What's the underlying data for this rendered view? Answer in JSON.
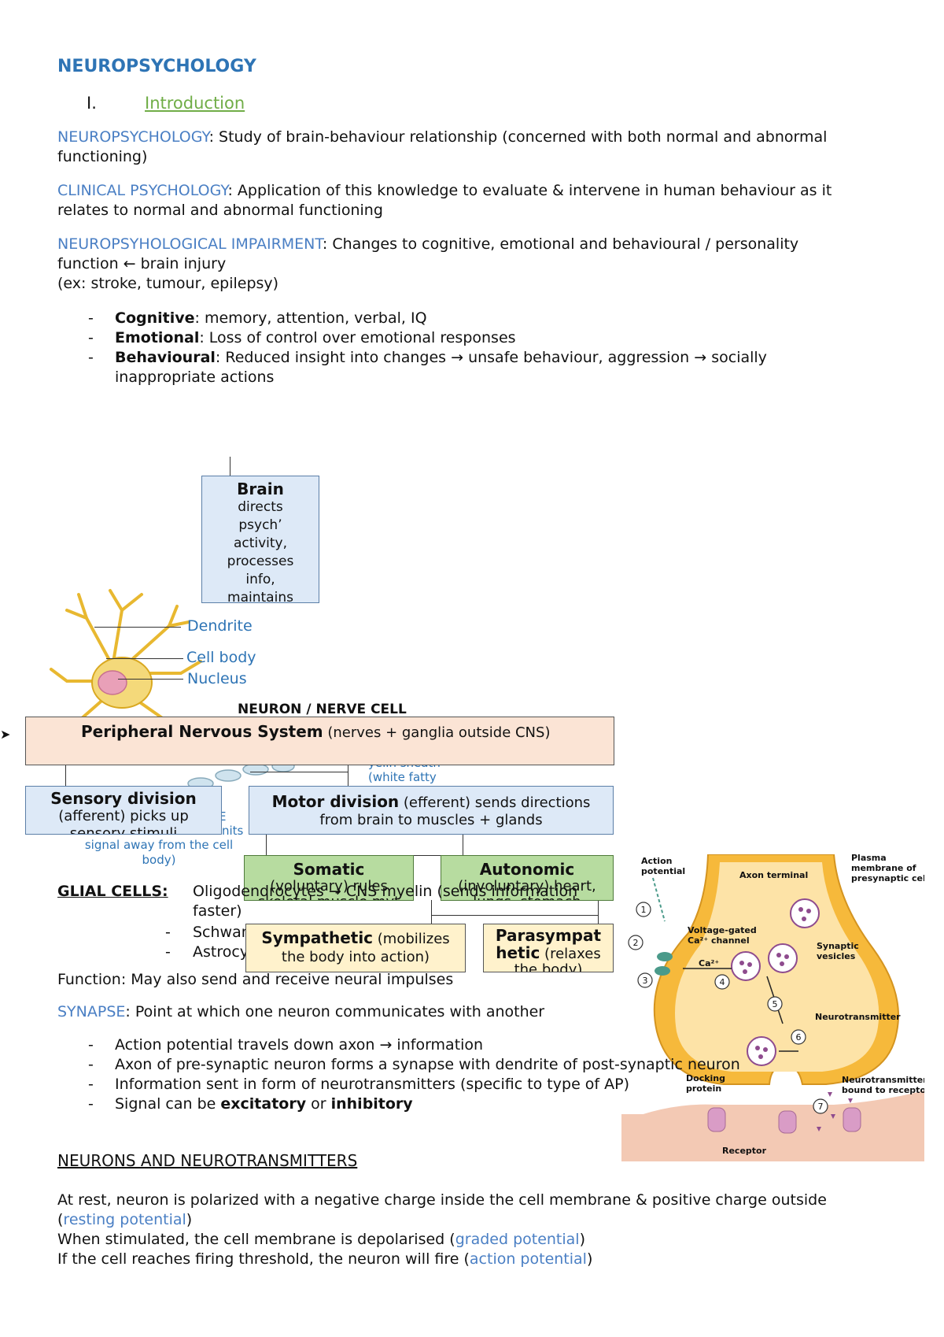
{
  "title": "NEUROPSYCHOLOGY",
  "section1": {
    "num": "I.",
    "label": "Introduction"
  },
  "defs": [
    {
      "term": "NEUROPSYCHOLOGY",
      "text": ": Study of brain-behaviour relationship (concerned with both normal and abnormal",
      "text2": "functioning)"
    },
    {
      "term": "CLINICAL PSYCHOLOGY",
      "text": ": Application of this knowledge to evaluate & intervene in human behaviour as it",
      "text2": "relates to normal and abnormal functioning"
    },
    {
      "term": "NEUROPSYHOLOGICAL IMPAIRMENT",
      "text": ": Changes to cognitive, emotional and behavioural / personality",
      "text2": "function ← brain injury",
      "text3": "(ex: stroke, tumour, epilepsy)"
    }
  ],
  "impair_bullets": [
    {
      "dash": "-",
      "bold": "Cognitive",
      "text": ": memory, attention, verbal, IQ"
    },
    {
      "dash": "-",
      "bold": "Emotional",
      "text": ": Loss of control over emotional responses"
    },
    {
      "dash": "-",
      "bold": "Behavioural",
      "text": ": Reduced insight into changes → unsafe behaviour, aggression → socially",
      "text2": "inappropriate actions"
    }
  ],
  "brain_box": {
    "title": "Brain",
    "lines": [
      "directs",
      "psych’",
      "activity,",
      "processes",
      "info,",
      "maintains"
    ]
  },
  "neuron": {
    "labels": [
      "Dendrite",
      "Cell body",
      "Nucleus"
    ],
    "caption": "NEURON / NERVE CELL",
    "myelin": [
      "yelin sheath",
      "(white fatty"
    ],
    "axon_partial": [
      "E",
      "nits",
      "signal away from the cell",
      "body)"
    ]
  },
  "pns": {
    "title": "Peripheral Nervous System",
    "sub": " (nerves + ganglia outside CNS)"
  },
  "sensory": {
    "title": "Sensory division",
    "line2": "(afferent) picks up",
    "line3": "sensory stimuli"
  },
  "motor": {
    "title": "Motor division",
    "line1": " (efferent) sends directions",
    "line2": "from brain to muscles + glands"
  },
  "somatic": {
    "title": "Somatic",
    "line2": "(voluntary) rules",
    "line3": "skeletal muscle mvt"
  },
  "autonomic": {
    "title": "Autonomic",
    "line2": "(involuntary) heart,",
    "line3": "lungs, stomach"
  },
  "sympathetic": {
    "title": "Sympathetic",
    "line1": " (mobilizes",
    "line2": "the body into action)"
  },
  "parasympathetic": {
    "title1": "Parasympat",
    "title2": "hetic",
    "line2": " (relaxes",
    "line3": "the body)"
  },
  "glial": {
    "heading": "GLIAL CELLS:",
    "line1": "Oligodendrocytes → CNS myelin (sends information",
    "line1b": "faster)",
    "items": [
      {
        "dash": "-",
        "text": "Schwann cells → PNS myelin"
      },
      {
        "dash": "-",
        "text": "Astrocytes"
      }
    ],
    "function": "Function: May also send and receive neural impulses"
  },
  "synapse": {
    "term": "SYNAPSE",
    "text": ": Point at which one neuron communicates with another",
    "bullets": [
      {
        "dash": "-",
        "text": "Action potential travels down axon → information"
      },
      {
        "dash": "-",
        "text": "Axon of pre-synaptic neuron forms a synapse with dendrite of post-synaptic neuron"
      },
      {
        "dash": "-",
        "text": "Information sent in form of neurotransmitters (specific to type of AP)"
      },
      {
        "dash": "-",
        "pre": "Signal can be ",
        "b1": "excitatory",
        "mid": " or ",
        "b2": "inhibitory"
      }
    ]
  },
  "synapse_figure": {
    "labels": {
      "action": [
        "Action",
        "potential"
      ],
      "axon_terminal": "Axon terminal",
      "plasma": [
        "Plasma",
        "membrane of",
        "presynaptic cell"
      ],
      "voltage": [
        "Voltage-gated",
        "Ca²⁺ channel"
      ],
      "synaptic": [
        "Synaptic",
        "vesicles"
      ],
      "ca": "Ca²⁺",
      "neurotransmitter": "Neurotransmitter",
      "docking": [
        "Docking",
        "protein"
      ],
      "bound": [
        "Neurotransmitter",
        "bound to receptor"
      ],
      "receptor": "Receptor"
    },
    "steps": [
      "1",
      "2",
      "3",
      "4",
      "5",
      "6",
      "7"
    ],
    "colors": {
      "terminal": "#f6b93b",
      "terminal_light": "#fde3a7",
      "post": "#f3c9b4",
      "vesicle": "#8e4b8e"
    }
  },
  "neurons_nt": {
    "heading": "NEURONS AND NEUROTRANSMITTERS",
    "p1": "At rest, neuron is polarized with a negative charge inside the cell membrane & positive charge outside",
    "p1b_open": "(",
    "p1b_term": "resting potential",
    "p1b_close": ")",
    "p2": "When stimulated, the cell membrane is depolarised (",
    "p2_term": "graded potential",
    "p2_close": ")",
    "p3": "If the cell reaches firing threshold, the neuron will fire (",
    "p3_term": "action potential",
    "p3_close": ")"
  },
  "arrow_glyph": "➤"
}
